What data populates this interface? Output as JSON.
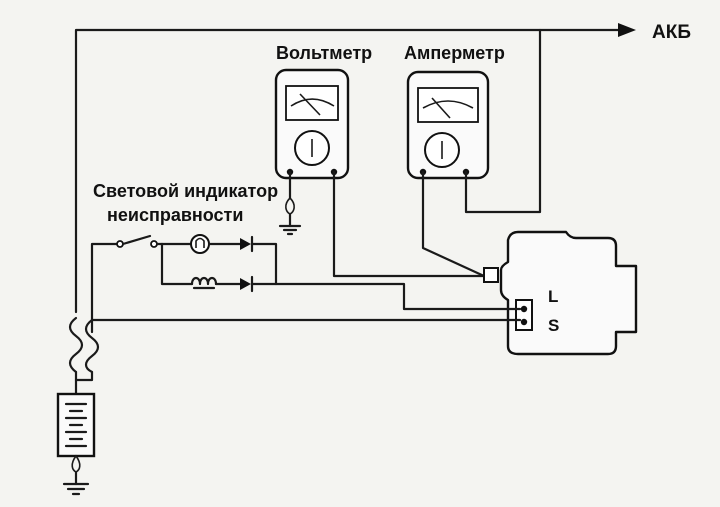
{
  "labels": {
    "battery_terminal": "АКБ",
    "voltmeter": "Вольтметр",
    "ammeter": "Амперметр",
    "indicator_line1": "Световой индикатор",
    "indicator_line2": "неисправности",
    "terminal_L": "L",
    "terminal_S": "S"
  }
}
